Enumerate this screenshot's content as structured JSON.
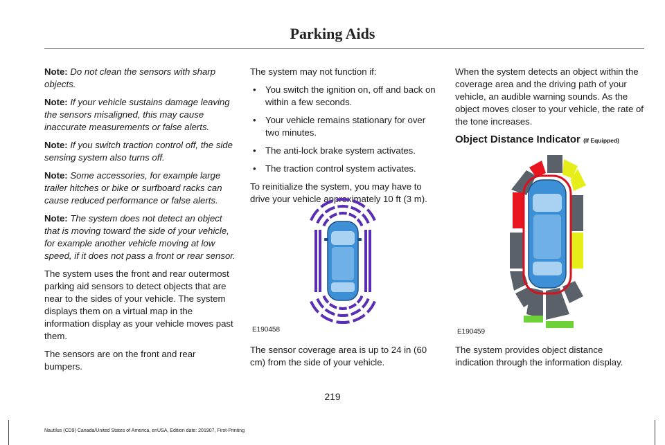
{
  "header": {
    "title": "Parking Aids"
  },
  "column1": {
    "notes": [
      {
        "label": "Note:",
        "text": "Do not clean the sensors with sharp objects."
      },
      {
        "label": "Note:",
        "text": "If your vehicle sustains damage leaving the sensors misaligned, this may cause inaccurate measurements or false alerts."
      },
      {
        "label": "Note:",
        "text": "If you switch traction control off, the side sensing system also turns off."
      },
      {
        "label": "Note:",
        "text": "Some accessories, for example large trailer hitches or bike or surfboard racks can cause reduced performance or false alerts."
      },
      {
        "label": "Note:",
        "text": "The system does not detect an object that is moving toward the side of your vehicle, for example another vehicle moving at low speed, if it does not pass a front or rear sensor."
      }
    ],
    "paragraphs": [
      "The system uses the front and rear outermost parking aid sensors to detect objects that are near to the sides of your vehicle. The system displays them on a virtual map in the information display as your vehicle moves past them.",
      "The sensors are on the front and rear bumpers."
    ]
  },
  "column2": {
    "intro": "The system may not function if:",
    "bullets": [
      "You switch the ignition on, off and back on within a few seconds.",
      "Your vehicle remains stationary for over two minutes.",
      "The anti-lock brake system activates.",
      "The traction control system activates."
    ],
    "reinit": "To reinitialize the system, you may have to drive your vehicle approximately 10 ft (3 m).",
    "figure_label": "E190458",
    "caption": "The sensor coverage area is up to 24 in (60 cm) from the side of your vehicle."
  },
  "column3": {
    "intro": "When the system detects an object within the coverage area and the driving path of your vehicle, an audible warning sounds. As the object moves closer to your vehicle, the rate of the tone increases.",
    "heading": "Object Distance Indicator",
    "heading_suffix": "(If Equipped)",
    "figure_label": "E190459",
    "caption": "The system provides object distance indication through the information display."
  },
  "footer": {
    "page_number": "219",
    "edition": "Nautilus (CD9) Canada/United States of America, enUSA, Edition date: 201907, First-Printing"
  },
  "colors": {
    "coverage_purple": "#5a2db5",
    "zone_red": "#e8141e",
    "zone_yellow": "#e6ee1a",
    "zone_green": "#6fd13a",
    "zone_grey": "#5b6168",
    "car_blue": "#3d8fd6"
  }
}
